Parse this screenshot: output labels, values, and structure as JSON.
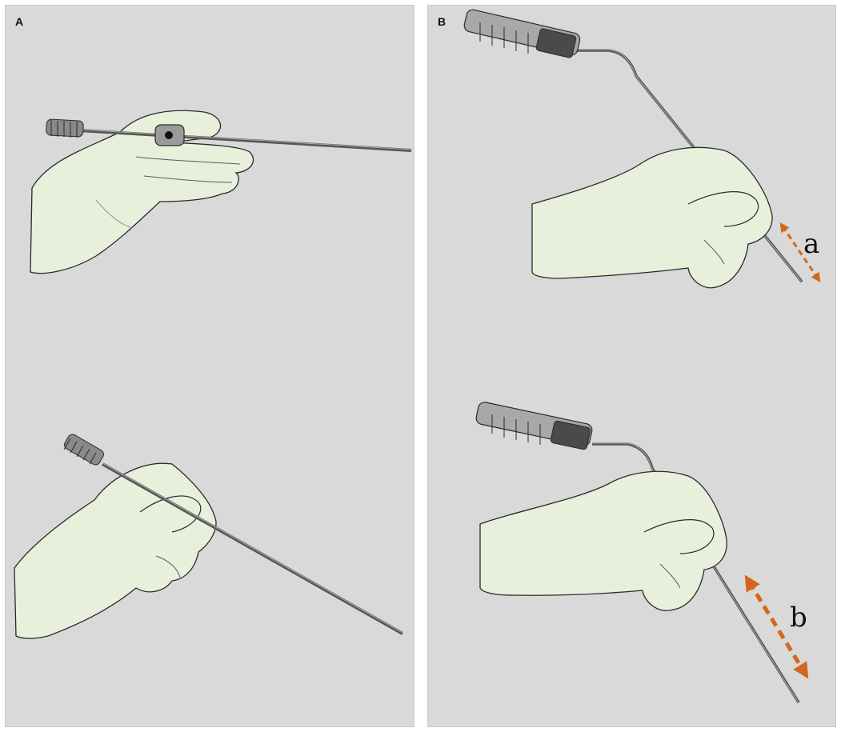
{
  "figure": {
    "panels": [
      {
        "label": "A"
      },
      {
        "label": "B"
      }
    ],
    "annotations": {
      "short_insertion": "a",
      "long_insertion": "b"
    },
    "colors": {
      "background": "#d9d9d9",
      "glove": "#e8f0dc",
      "outline": "#2a2a2a",
      "instrument": "#7a7a7a",
      "arrow": "#d4661c"
    }
  }
}
